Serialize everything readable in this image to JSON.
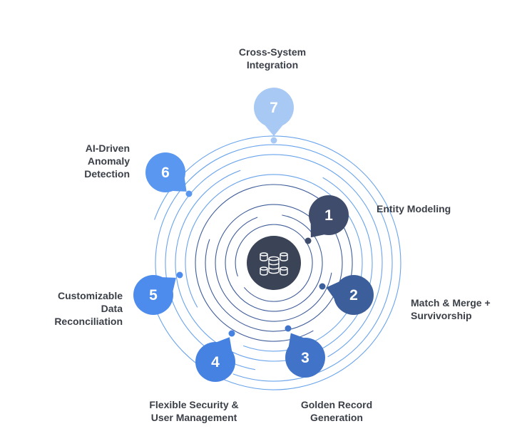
{
  "diagram": {
    "colors": {
      "ring": "#4a90e2",
      "ring_light": "#6aa4ec",
      "hub": "#3b4456",
      "label": "#3b3f47"
    },
    "hub_icon": "database-cluster-icon",
    "steps": [
      {
        "number": "1",
        "label_lines": [
          "Entity Modeling"
        ],
        "color": "#3f4c6b"
      },
      {
        "number": "2",
        "label_lines": [
          "Match & Merge +",
          "Survivorship"
        ],
        "color": "#3c5f9c"
      },
      {
        "number": "3",
        "label_lines": [
          "Golden Record",
          "Generation"
        ],
        "color": "#4174c9"
      },
      {
        "number": "4",
        "label_lines": [
          "Flexible Security &",
          "User Management"
        ],
        "color": "#4682e2"
      },
      {
        "number": "5",
        "label_lines": [
          "Customizable",
          "Data",
          "Reconciliation"
        ],
        "color": "#4d8ced"
      },
      {
        "number": "6",
        "label_lines": [
          "AI-Driven",
          "Anomaly",
          "Detection"
        ],
        "color": "#5a97f0"
      },
      {
        "number": "7",
        "label_lines": [
          "Cross-System",
          "Integration"
        ],
        "color": "#a9c9f5"
      }
    ]
  }
}
